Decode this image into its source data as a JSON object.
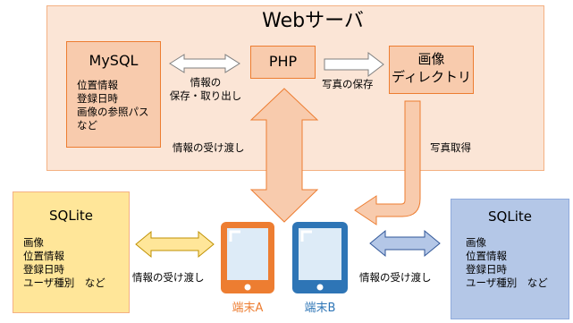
{
  "server": {
    "title": "Webサーバ",
    "mysql": {
      "title": "MySQL",
      "lines": [
        "位置情報",
        "登録日時",
        "画像の参照パス",
        "など"
      ]
    },
    "php": {
      "title": "PHP"
    },
    "image_dir": {
      "lines": [
        "画像",
        "ディレクトリ"
      ]
    },
    "arrow_labels": {
      "mysql_php": [
        "情報の",
        "保存・取り出し"
      ],
      "php_image": "写真の保存",
      "exchange": "情報の受け渡し",
      "photo_fetch": "写真取得"
    }
  },
  "clients": {
    "left": {
      "title": "SQLite",
      "lines": [
        "画像",
        "位置情報",
        "登録日時",
        "ユーザ種別　など"
      ]
    },
    "right": {
      "title": "SQLite",
      "lines": [
        "画像",
        "位置情報",
        "登録日時",
        "ユーザ種別　など"
      ]
    },
    "left_exchange_label": "情報の受け渡し",
    "right_exchange_label": "情報の受け渡し"
  },
  "devices": {
    "a": {
      "label": "端末A",
      "color": "#ED7D31"
    },
    "b": {
      "label": "端末B",
      "color": "#2E75B6"
    }
  },
  "colors": {
    "server_fill": "#FBE5D6",
    "inner_box_fill": "#F8CBAD",
    "big_arrow_fill": "#F8CBAD",
    "left_box_fill": "#FFE699",
    "left_box_border": "#F4B183",
    "right_box_fill": "#B4C7E7",
    "right_box_border": "#8FAADC",
    "yellow_arrow": "#FFE699",
    "blue_arrow": "#B4C7E7"
  }
}
